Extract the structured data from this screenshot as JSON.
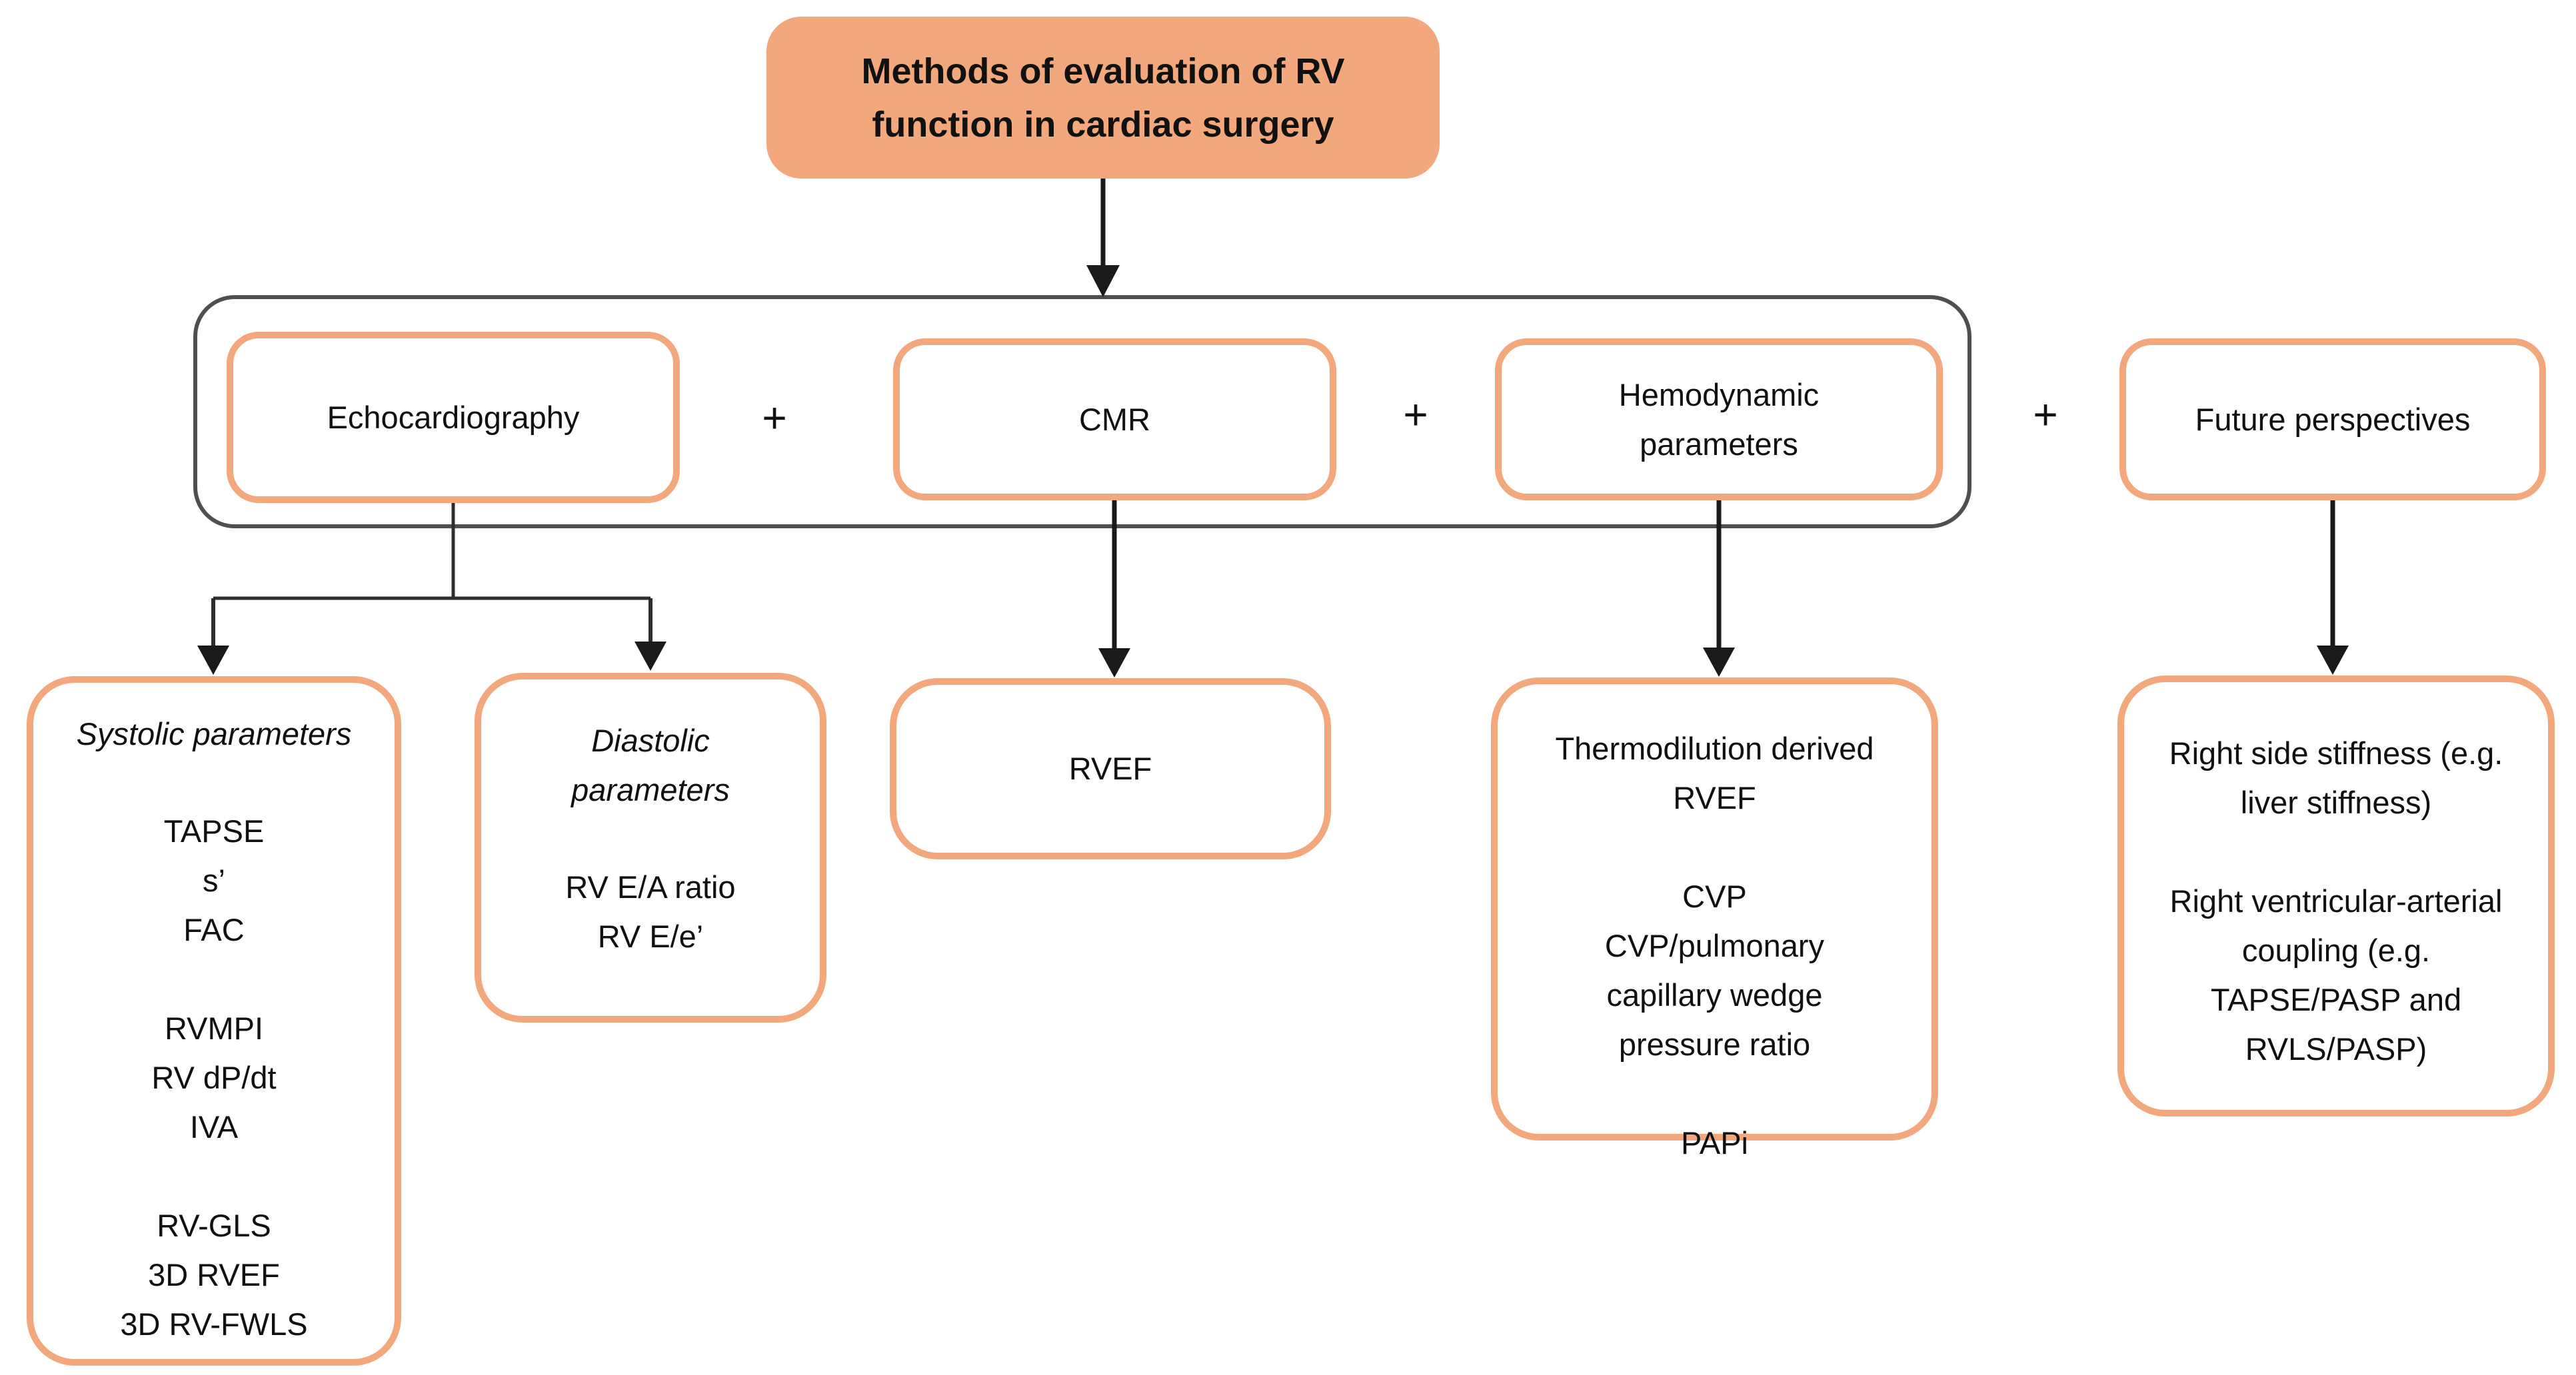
{
  "title": {
    "text": "Methods of evaluation of RV function in cardiac surgery"
  },
  "symbols": {
    "plus": "+"
  },
  "categories": [
    {
      "id": "echocardiography",
      "label": "Echocardiography"
    },
    {
      "id": "cmr",
      "label": "CMR"
    },
    {
      "id": "hemodynamic",
      "label": "Hemodynamic parameters"
    },
    {
      "id": "future",
      "label": "Future perspectives"
    }
  ],
  "details": {
    "systolic": {
      "heading": "Systolic parameters",
      "lines": [
        "TAPSE",
        "s’",
        "FAC",
        "",
        "RVMPI",
        "RV dP/dt",
        "IVA",
        "",
        "RV-GLS",
        "3D RVEF",
        "3D RV-FWLS"
      ]
    },
    "diastolic": {
      "heading": "Diastolic parameters",
      "lines": [
        "RV E/A ratio",
        "RV E/e’"
      ]
    },
    "cmr": {
      "lines": [
        "RVEF"
      ]
    },
    "hemodynamic": {
      "lines": [
        "Thermodilution derived RVEF",
        "",
        "CVP",
        "CVP/pulmonary capillary wedge pressure ratio",
        "",
        "PAPi"
      ]
    },
    "future": {
      "lines": [
        "Right side stiffness (e.g. liver stiffness)",
        "",
        "Right ventricular-arterial coupling (e.g. TAPSE/PASP and RVLS/PASP)"
      ]
    }
  },
  "colors": {
    "orange_fill": "#F2A87C",
    "orange_border": "#F2A87C",
    "container_border": "#4F4F4F",
    "line": "#1A1A1A"
  }
}
